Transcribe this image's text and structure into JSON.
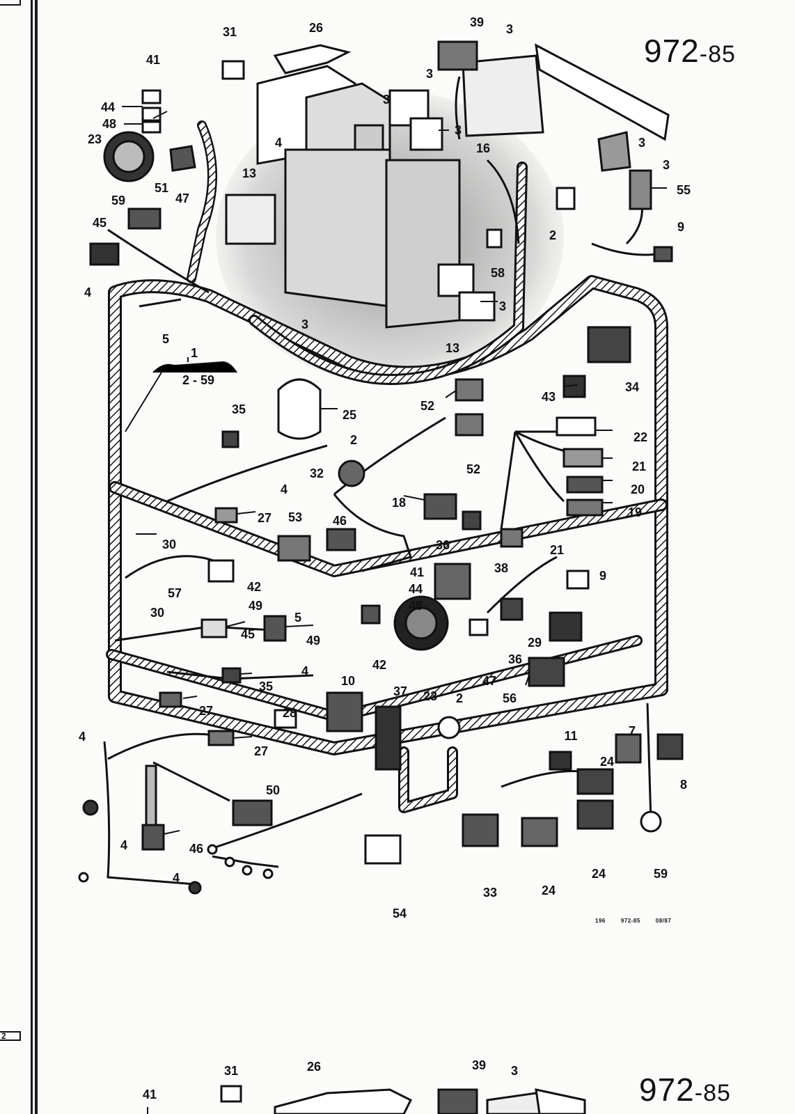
{
  "page_number": {
    "main": "972",
    "suffix": "-85"
  },
  "group_label": {
    "item": "1",
    "range": "2 - 59"
  },
  "callouts": [
    {
      "id": "c31",
      "text": "31"
    },
    {
      "id": "c26",
      "text": "26"
    },
    {
      "id": "c39",
      "text": "39"
    },
    {
      "id": "c3a",
      "text": "3"
    },
    {
      "id": "c41",
      "text": "41"
    },
    {
      "id": "c44",
      "text": "44"
    },
    {
      "id": "c48",
      "text": "48"
    },
    {
      "id": "c23",
      "text": "23"
    },
    {
      "id": "c47",
      "text": "47"
    },
    {
      "id": "c3b",
      "text": "3"
    },
    {
      "id": "c3c",
      "text": "3"
    },
    {
      "id": "c3d",
      "text": "3"
    },
    {
      "id": "c3e",
      "text": "3"
    },
    {
      "id": "c3f",
      "text": "3"
    },
    {
      "id": "c16",
      "text": "16"
    },
    {
      "id": "c13",
      "text": "13"
    },
    {
      "id": "c4a",
      "text": "4"
    },
    {
      "id": "c55",
      "text": "55"
    },
    {
      "id": "c2a",
      "text": "2"
    },
    {
      "id": "c9a",
      "text": "9"
    },
    {
      "id": "c59a",
      "text": "59"
    },
    {
      "id": "c51",
      "text": "51"
    },
    {
      "id": "c45a",
      "text": "45"
    },
    {
      "id": "c58",
      "text": "58"
    },
    {
      "id": "c4b",
      "text": "4"
    },
    {
      "id": "c5a",
      "text": "5"
    },
    {
      "id": "c3g",
      "text": "3"
    },
    {
      "id": "c3h",
      "text": "3"
    },
    {
      "id": "c13b",
      "text": "13"
    },
    {
      "id": "c34",
      "text": "34"
    },
    {
      "id": "c43",
      "text": "43"
    },
    {
      "id": "c35a",
      "text": "35"
    },
    {
      "id": "c25",
      "text": "25"
    },
    {
      "id": "c52a",
      "text": "52"
    },
    {
      "id": "c2b",
      "text": "2"
    },
    {
      "id": "c52b",
      "text": "52"
    },
    {
      "id": "c22",
      "text": "22"
    },
    {
      "id": "c32",
      "text": "32"
    },
    {
      "id": "c21a",
      "text": "21"
    },
    {
      "id": "c4c",
      "text": "4"
    },
    {
      "id": "c20",
      "text": "20"
    },
    {
      "id": "c18",
      "text": "18"
    },
    {
      "id": "c19",
      "text": "19"
    },
    {
      "id": "c27a",
      "text": "27"
    },
    {
      "id": "c53",
      "text": "53"
    },
    {
      "id": "c46a",
      "text": "46"
    },
    {
      "id": "c30a",
      "text": "30"
    },
    {
      "id": "c36a",
      "text": "36"
    },
    {
      "id": "c21b",
      "text": "21"
    },
    {
      "id": "c42a",
      "text": "42"
    },
    {
      "id": "c49a",
      "text": "49"
    },
    {
      "id": "c41b",
      "text": "41"
    },
    {
      "id": "c44b",
      "text": "44"
    },
    {
      "id": "c48b",
      "text": "48"
    },
    {
      "id": "c38",
      "text": "38"
    },
    {
      "id": "c9b",
      "text": "9"
    },
    {
      "id": "c57",
      "text": "57"
    },
    {
      "id": "c30b",
      "text": "30"
    },
    {
      "id": "c5b",
      "text": "5"
    },
    {
      "id": "c45b",
      "text": "45"
    },
    {
      "id": "c49b",
      "text": "49"
    },
    {
      "id": "c29",
      "text": "29"
    },
    {
      "id": "c42b",
      "text": "42"
    },
    {
      "id": "c23b",
      "text": "23"
    },
    {
      "id": "c47b",
      "text": "47"
    },
    {
      "id": "c36b",
      "text": "36"
    },
    {
      "id": "c56",
      "text": "56"
    },
    {
      "id": "c35b",
      "text": "35"
    },
    {
      "id": "c4d",
      "text": "4"
    },
    {
      "id": "c10",
      "text": "10"
    },
    {
      "id": "c37",
      "text": "37"
    },
    {
      "id": "c2c",
      "text": "2"
    },
    {
      "id": "c27b",
      "text": "27"
    },
    {
      "id": "c28",
      "text": "28"
    },
    {
      "id": "c4e",
      "text": "4"
    },
    {
      "id": "c27c",
      "text": "27"
    },
    {
      "id": "c11",
      "text": "11"
    },
    {
      "id": "c7",
      "text": "7"
    },
    {
      "id": "c24a",
      "text": "24"
    },
    {
      "id": "c8",
      "text": "8"
    },
    {
      "id": "c50",
      "text": "50"
    },
    {
      "id": "c4f",
      "text": "4"
    },
    {
      "id": "c46b",
      "text": "46"
    },
    {
      "id": "c4g",
      "text": "4"
    },
    {
      "id": "c54",
      "text": "54"
    },
    {
      "id": "c33",
      "text": "33"
    },
    {
      "id": "c24b",
      "text": "24"
    },
    {
      "id": "c24c",
      "text": "24"
    },
    {
      "id": "c59b",
      "text": "59"
    }
  ],
  "footer_code": [
    "196",
    "972-85",
    "08/87"
  ],
  "margin_tabs": [
    "",
    "2"
  ],
  "next_page": {
    "page_number": {
      "main": "972",
      "suffix": "-85"
    },
    "labels": [
      "41",
      "31",
      "26",
      "39",
      "3"
    ]
  }
}
